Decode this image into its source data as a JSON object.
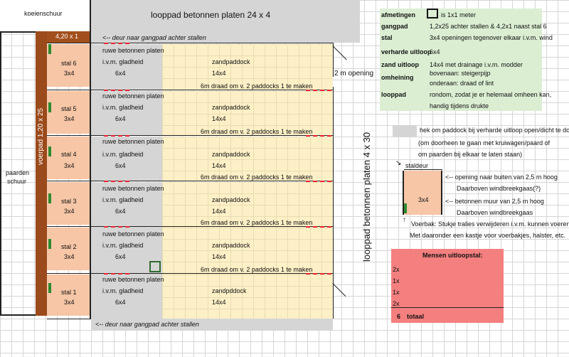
{
  "top": {
    "cow_barn": "koeienschuur",
    "walkway_top": "looppad betonnen platen 24 x 4",
    "width_label": "4,20 x 1",
    "door_top": "<-- deur naar gangpad achter stallen",
    "door_bottom": "<-- deur naar gangpad achter stallen"
  },
  "left": {
    "horse_barn": [
      "paarden",
      "schuur"
    ],
    "feedpath": "voerpad 1,20 x 25"
  },
  "right_walkway": "looppad betonnen platen 4 x 30",
  "opening_2m": "2 m opening",
  "stalls": [
    {
      "name": "stal 6",
      "size": "3x4",
      "concrete": "ruwe betonnen platen",
      "smooth": "i.v.m. gladheid",
      "area": "6x4",
      "paddock": "zandpaddock",
      "paddock_size": "14x4"
    },
    {
      "name": "stal 5",
      "size": "3x4",
      "concrete": "ruwe betonnen platen",
      "smooth": "i.v.m. gladheid",
      "area": "6x4",
      "paddock": "zandpaddock",
      "paddock_size": "14x4"
    },
    {
      "name": "stal 4",
      "size": "3x4",
      "concrete": "ruwe betonnen platen",
      "smooth": "i.v.m. gladheid",
      "area": "6x4",
      "paddock": "zandpaddock",
      "paddock_size": "14x4"
    },
    {
      "name": "stal 3",
      "size": "3x4",
      "concrete": "ruwe betonnen platen",
      "smooth": "i.v.m. gladheid",
      "area": "6x4",
      "paddock": "zandpaddock",
      "paddock_size": "14x4"
    },
    {
      "name": "stal 2",
      "size": "3x4",
      "concrete": "ruwe betonnen platen",
      "smooth": "i.v.m. gladheid",
      "area": "6x4",
      "paddock": "zandpaddock",
      "paddock_size": "14x4"
    },
    {
      "name": "stal 1",
      "size": "3x4",
      "concrete": "ruwe betonnen platen",
      "smooth": "i.v.m. gladheid",
      "area": "6x4",
      "paddock": "zandpddock",
      "paddock_size": "14x4"
    }
  ],
  "wire_label": "6m draad om v. 2 paddocks 1 te maken",
  "legend": {
    "rows": [
      {
        "key": "afmetingen",
        "value": "is 1x1 meter"
      },
      {
        "key": "gangpad",
        "value": "1,2x25 achter stallen & 4,2x1 naast stal 6"
      },
      {
        "key": "stal",
        "value": "3x4  openingen tegenover elkaar i.v.m. wind"
      },
      {
        "key": "verharde uitloop",
        "value": "6x4"
      },
      {
        "key": "zand uitloop",
        "value": "14x4 met drainage i.v.m. modder"
      },
      {
        "key": "omheining",
        "value": "bovenaan: steigerpijp"
      },
      {
        "key": "",
        "value": "onderaan: draad of lint"
      },
      {
        "key": "looppad",
        "value": "rondom, zodat je er helemaal omheen kan,"
      },
      {
        "key": "",
        "value": "handig tijdens drukte"
      }
    ]
  },
  "gate_note": [
    "hek om paddock bij verharde uitloop open/dicht te doen",
    "(om doorheen te gaan met kruiwagen/paard of",
    "om paarden bij elkaar te laten staan)"
  ],
  "stall_detail": {
    "door": "staldeur",
    "size": "3x4",
    "note1": "<--   opening naar buiten van 2,5 m hoog",
    "note2": "Daarboven windbreekgaas(?)",
    "note3": "<--   betonnen muur van 2,5 m hoog",
    "note4": "Daarboven windbreekgaas",
    "feed1": "Voerbak: Stukje tralies verwijderen i.v.m. kunnen voeren",
    "feed2": "Met daaronder een kastje voor voerbakjes, halster, etc."
  },
  "people": {
    "title": "Mensen uitloopstal:",
    "rows": [
      "2x",
      "1x",
      "1x",
      "2x"
    ],
    "total_num": "6",
    "total_label": "totaal"
  },
  "colors": {
    "walkway": "#d5d5d5",
    "stall": "#f6c6a6",
    "sand": "#fdf0c7",
    "brick": "#9b4a1b",
    "legend": "#dbeed2",
    "people": "#f47f7f",
    "fence_gate": "#e23333"
  }
}
